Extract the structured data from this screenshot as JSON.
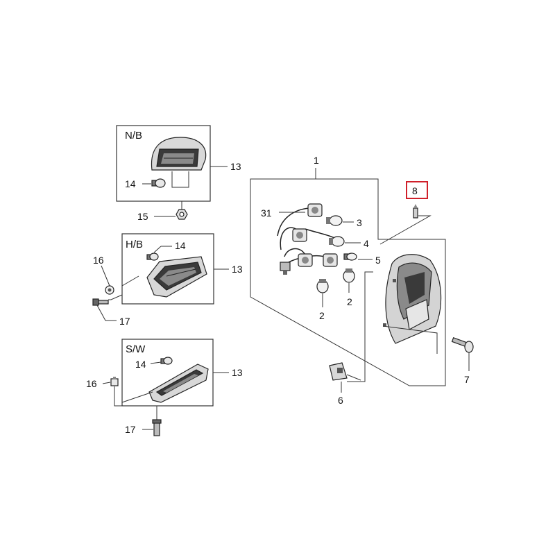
{
  "boxes": {
    "nb": "N/B",
    "hb": "H/B",
    "sw": "S/W"
  },
  "callouts": {
    "nb_13": "13",
    "nb_14": "14",
    "c15": "15",
    "hb_13": "13",
    "hb_14": "14",
    "hb_16": "16",
    "hb_17": "17",
    "sw_13": "13",
    "sw_14": "14",
    "sw_16": "16",
    "sw_17": "17",
    "c1": "1",
    "c31": "31",
    "c3": "3",
    "c4": "4",
    "c5": "5",
    "c2a": "2",
    "c2b": "2",
    "c6": "6",
    "c7": "7",
    "c8": "8"
  },
  "colors": {
    "highlight": "#d0202a",
    "line": "#333333",
    "part_dark": "#3a3a3a",
    "part_mid": "#8a8a8a",
    "part_light": "#d8d8d8"
  }
}
